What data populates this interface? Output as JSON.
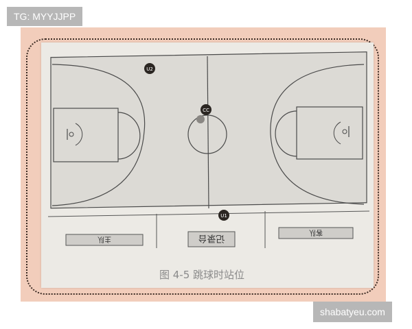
{
  "watermark_top": "TG: MYYJJPP",
  "watermark_bottom": "shabatyeu.com",
  "caption": "图 4-5   跳球时站位",
  "players": [
    {
      "label": "U2"
    },
    {
      "label": "CC"
    },
    {
      "label": "U1"
    }
  ],
  "tables": {
    "left": "主队",
    "center": "记录台",
    "right": "客队"
  },
  "colors": {
    "frame": "#f2cdbb",
    "paper": "#eceae5",
    "court": "#dcdad5",
    "line": "#4a4a4a",
    "player": "#2b2622"
  }
}
